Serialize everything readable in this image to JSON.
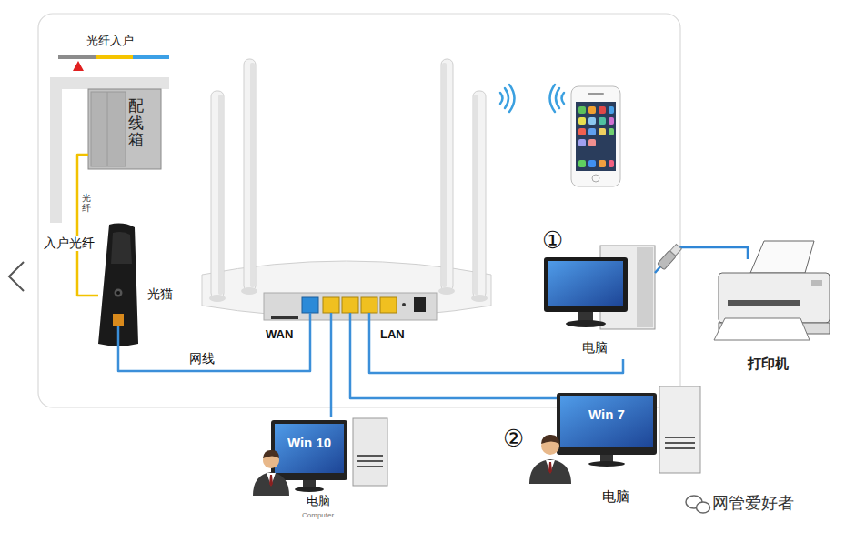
{
  "diagram": {
    "nodes": [
      {
        "text": [
          "配线箱"
        ]
      },
      {
        "text": [
          "光猫"
        ]
      },
      {
        "text": [
          "WAN",
          "LAN"
        ]
      },
      {
        "text": [
          "电脑"
        ]
      },
      {
        "text": [
          "打印机"
        ]
      },
      {
        "text": [
          "Win 10",
          "电脑",
          "Computer"
        ]
      },
      {
        "text": [
          "Win 7",
          "电脑"
        ]
      }
    ],
    "edges": [
      {
        "from": 0,
        "to": 1,
        "label": "光纤",
        "arrow": "none"
      },
      {
        "from": 1,
        "to": 2,
        "label": "网线",
        "arrow": "none"
      },
      {
        "from": 2,
        "to": 3,
        "arrow": "none"
      },
      {
        "from": 2,
        "to": 5,
        "arrow": "none"
      },
      {
        "from": 2,
        "to": 6,
        "arrow": "none"
      },
      {
        "from": 3,
        "to": 4,
        "arrow": "none"
      }
    ],
    "labels": [
      "光纤入户",
      "入户光纤",
      "①",
      "②",
      "网管爱好者"
    ]
  }
}
